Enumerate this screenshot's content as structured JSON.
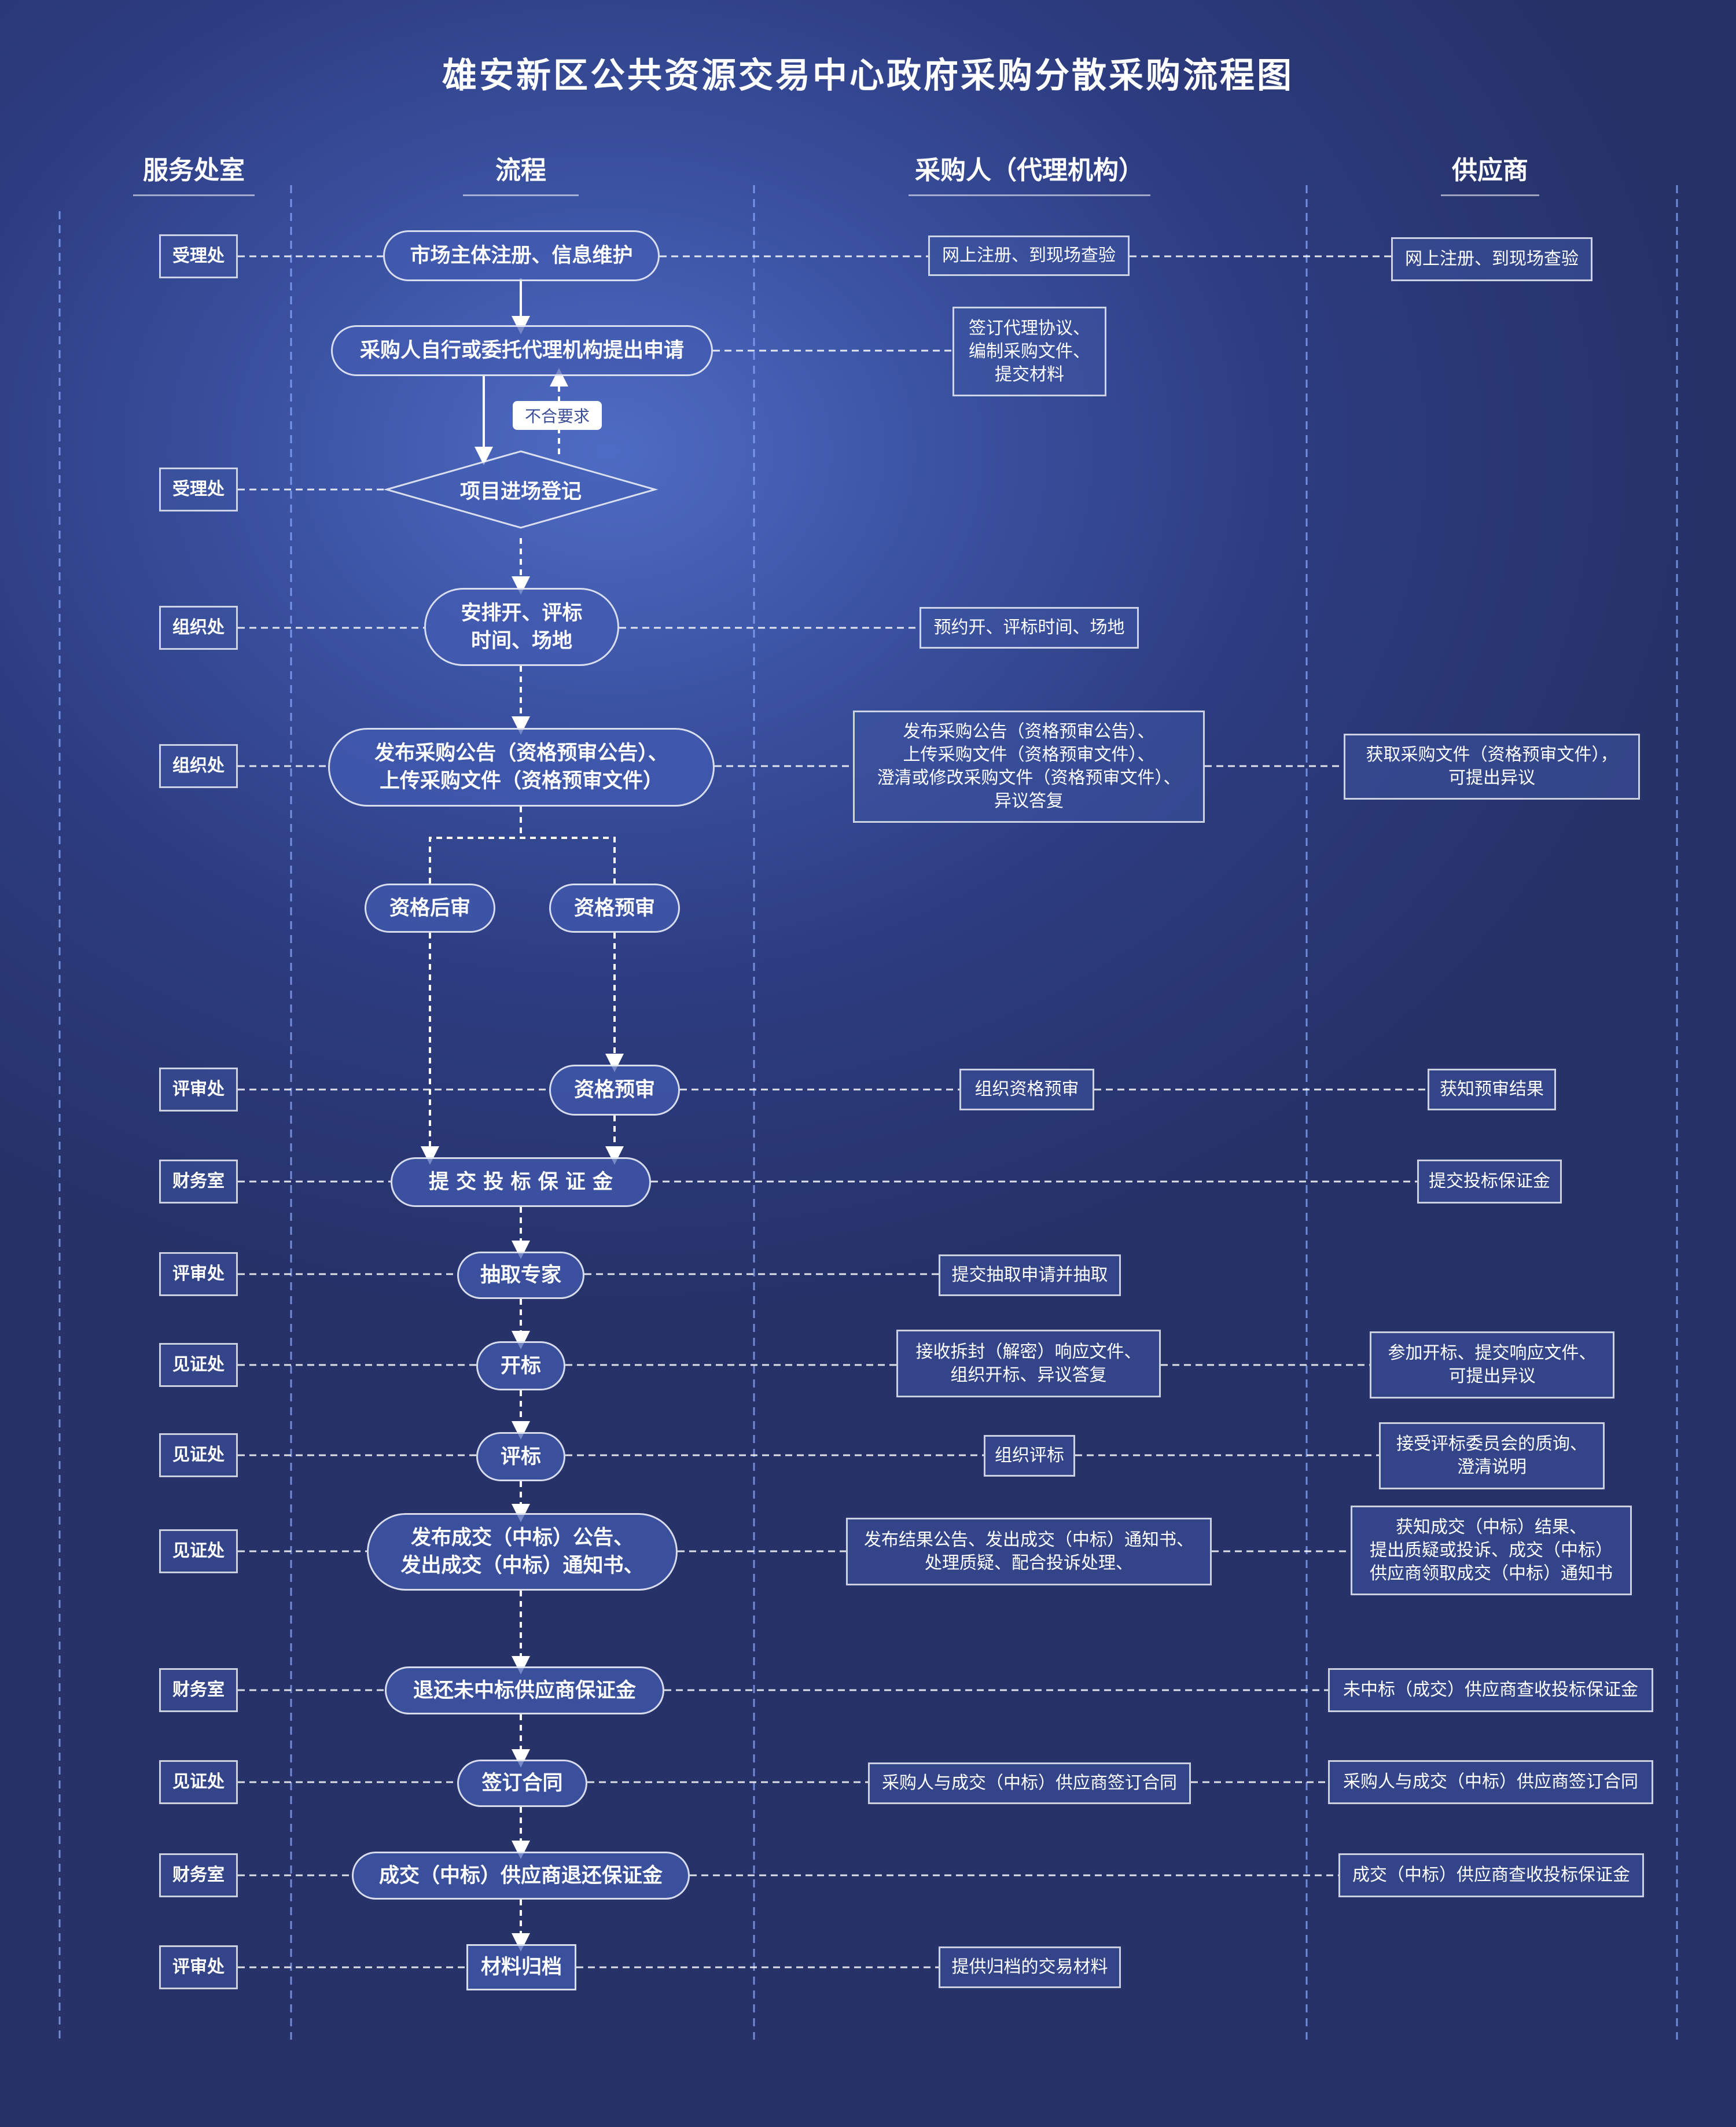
{
  "title": "雄安新区公共资源交易中心政府采购分散采购流程图",
  "columns": {
    "service": "服务处室",
    "process": "流程",
    "purchaser": "采购人（代理机构）",
    "supplier": "供应商"
  },
  "depts": [
    "受理处",
    "受理处",
    "组织处",
    "组织处",
    "评审处",
    "财务室",
    "评审处",
    "见证处",
    "见证处",
    "见证处",
    "财务室",
    "见证处",
    "财务室",
    "评审处"
  ],
  "flow": {
    "register": "市场主体注册、信息维护",
    "apply": "采购人自行或委托代理机构提出申请",
    "not_meet": "不合要求",
    "entry": "项目进场登记",
    "arrange": "安排开、评标\n时间、场地",
    "publish": "发布采购公告（资格预审公告）、\n上传采购文件（资格预审文件）",
    "post_review": "资格后审",
    "pre_review": "资格预审",
    "pre_review2": "资格预审",
    "deposit": "提 交 投 标 保 证 金",
    "experts": "抽取专家",
    "opening": "开标",
    "evaluation": "评标",
    "award": "发布成交（中标）公告、\n发出成交（中标）通知书、",
    "refund_losers": "退还未中标供应商保证金",
    "contract": "签订合同",
    "refund_winner": "成交（中标）供应商退还保证金",
    "archive": "材料归档"
  },
  "purchaser": {
    "register": "网上注册、到现场查验",
    "apply": "签订代理协议、\n编制采购文件、\n提交材料",
    "arrange": "预约开、评标时间、场地",
    "publish": "发布采购公告（资格预审公告）、\n上传采购文件（资格预审文件）、\n澄清或修改采购文件（资格预审文件）、\n异议答复",
    "pre_review": "组织资格预审",
    "experts": "提交抽取申请并抽取",
    "opening": "接收拆封（解密）响应文件、\n组织开标、异议答复",
    "evaluation": "组织评标",
    "award": "发布结果公告、发出成交（中标）通知书、\n处理质疑、配合投诉处理、",
    "contract": "采购人与成交（中标）供应商签订合同",
    "archive": "提供归档的交易材料"
  },
  "supplier": {
    "register": "网上注册、到现场查验",
    "publish": "获取采购文件（资格预审文件），\n可提出异议",
    "pre_review": "获知预审结果",
    "deposit": "提交投标保证金",
    "opening": "参加开标、提交响应文件、\n可提出异议",
    "evaluation": "接受评标委员会的质询、\n澄清说明",
    "award": "获知成交（中标）结果、\n提出质疑或投诉、成交（中标）\n供应商领取成交（中标）通知书",
    "refund_losers": "未中标（成交）供应商查收投标保证金",
    "contract": "采购人与成交（中标）供应商签订合同",
    "refund_winner": "成交（中标）供应商查收投标保证金"
  }
}
